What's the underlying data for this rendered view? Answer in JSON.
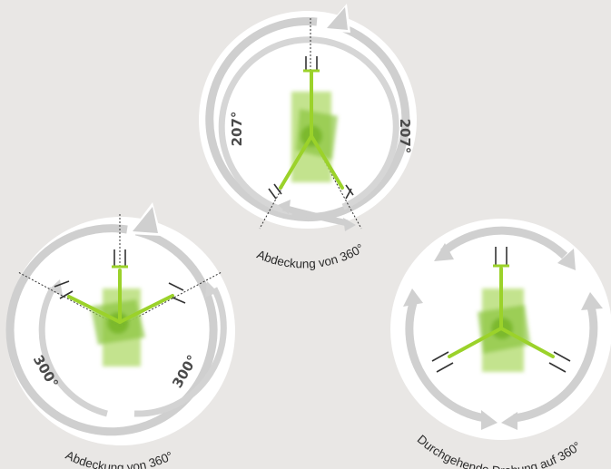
{
  "colors": {
    "background": "#e9e7e5",
    "disc": "#ffffff",
    "track": "#cfcfcf",
    "arm": "#9bd22a",
    "body": "#a8d860",
    "angle_text": "#4a4a4a",
    "caption_text": "#2b2b2b"
  },
  "diagrams": [
    {
      "id": "top",
      "angle_left": "207°",
      "angle_right": "207°",
      "caption": "Abdeckung von 360°"
    },
    {
      "id": "left",
      "angle_left": "300°",
      "angle_right": "300°",
      "caption": "Abdeckung von 360°"
    },
    {
      "id": "right",
      "caption": "Durchgehende Drehung auf 360°"
    }
  ]
}
